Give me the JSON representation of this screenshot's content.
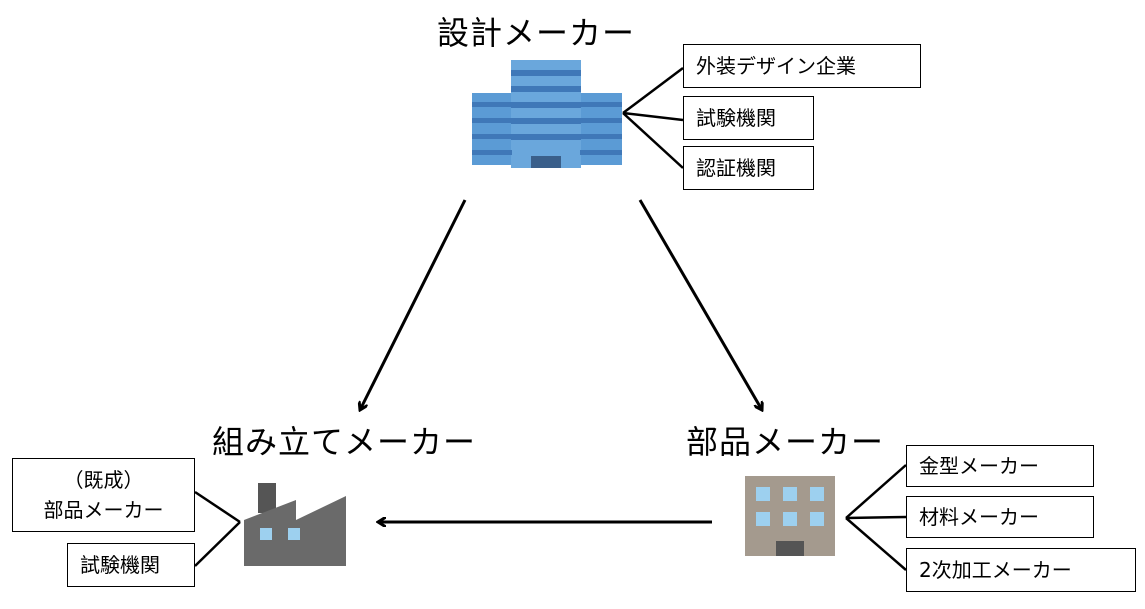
{
  "design": {
    "title": "設計メーカー",
    "partners": [
      "外装デザイン企業",
      "試験機関",
      "認証機関"
    ]
  },
  "assembly": {
    "title": "組み立てメーカー",
    "partners": [
      {
        "line1": "（既成）",
        "line2": "部品メーカー"
      },
      {
        "line1": "試験機関"
      }
    ]
  },
  "parts": {
    "title": "部品メーカー",
    "partners": [
      "金型メーカー",
      "材料メーカー",
      "2次加工メーカー"
    ]
  },
  "icons": {
    "design": "office-building-icon",
    "assembly": "factory-icon",
    "parts": "small-building-icon"
  },
  "colors": {
    "building_blue": "#5b9bd5",
    "building_blue_dark": "#3f78b8",
    "factory_gray": "#6a6a6a",
    "parts_building": "#a49a8e",
    "window_blue": "#9dd0ef"
  }
}
